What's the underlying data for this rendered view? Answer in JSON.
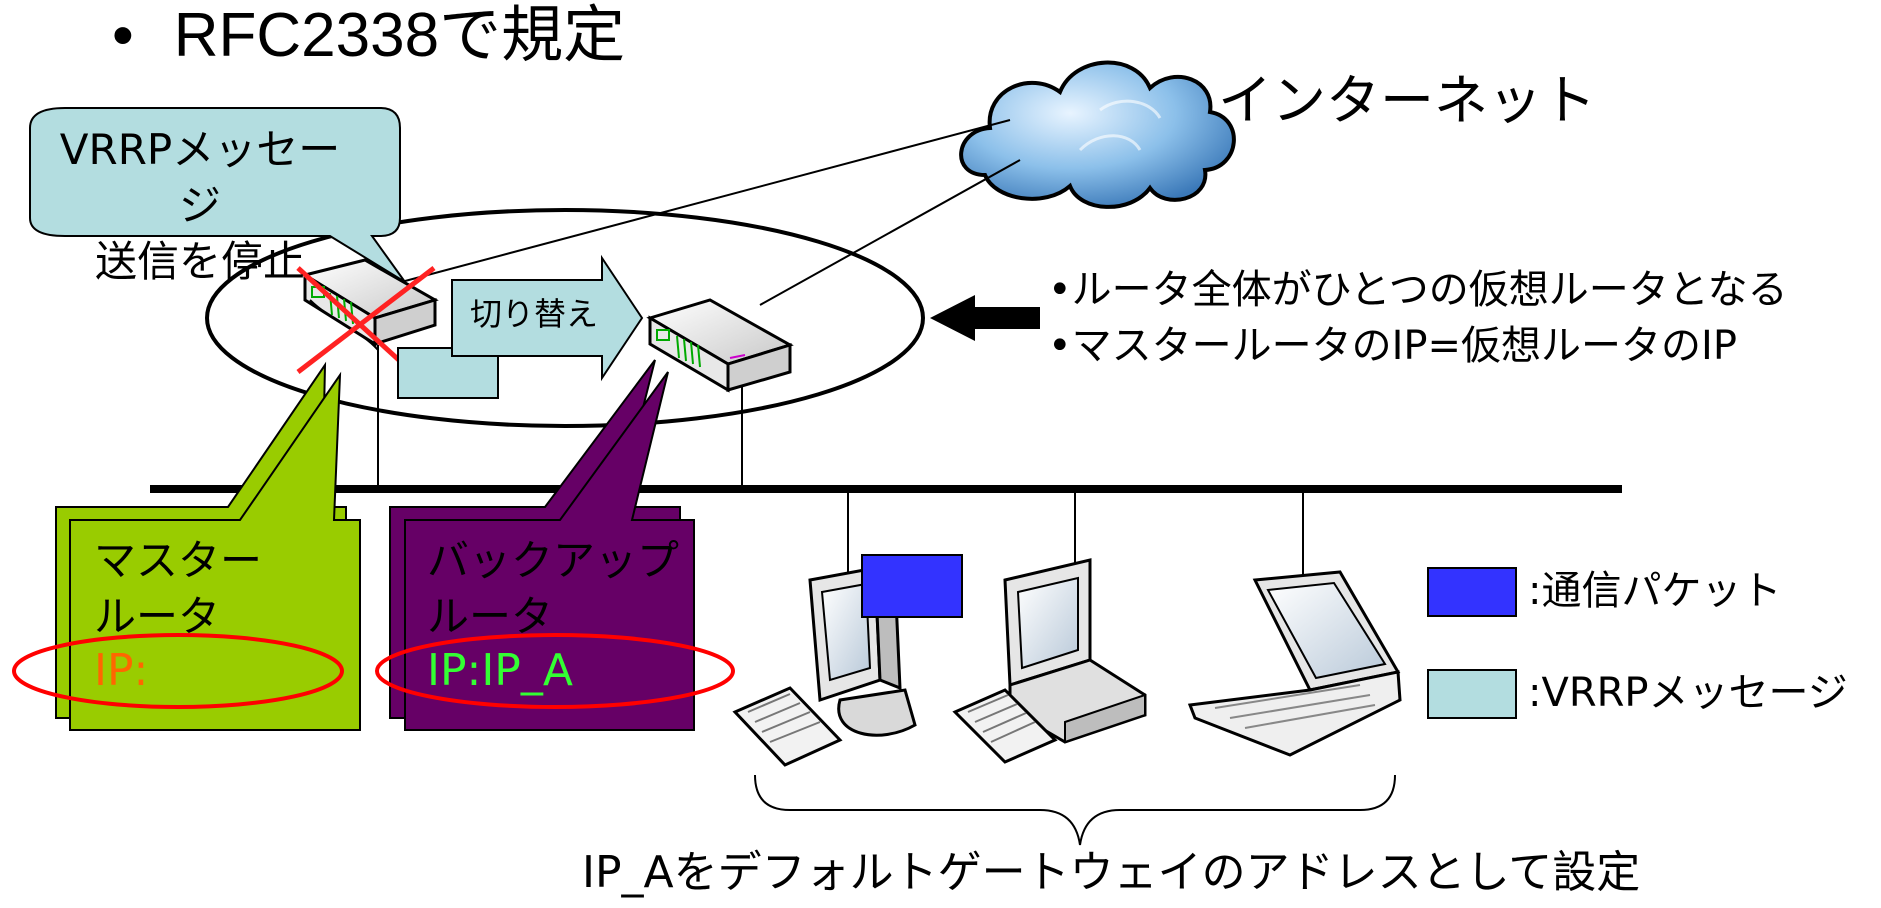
{
  "title": {
    "bullet": "•",
    "text": "RFC2338で規定"
  },
  "internet_label": "インターネット",
  "callout": {
    "line1": "VRRPメッセージ",
    "line2": "送信を停止"
  },
  "switch_label": "切り替え",
  "notes": [
    "•ルータ全体がひとつの仮想ルータとなる",
    "•マスタールータのIP=仮想ルータのIP"
  ],
  "master": {
    "line1": "マスター",
    "line2": "ルータ",
    "ip": "IP:"
  },
  "backup": {
    "line1": "バックアップ",
    "line2": "ルータ",
    "ip": "IP:IP_A"
  },
  "legend": {
    "packet": ":通信パケット",
    "vrrp": ":VRRPメッセージ"
  },
  "bottom_label": "IP_Aをデフォルトゲートウェイのアドレスとして設定",
  "colors": {
    "master_box": "#99cc00",
    "backup_box": "#660066",
    "packet": "#3333ff",
    "vrrp": "#b3dde0",
    "highlight": "#ff0000",
    "master_ip": "#ff6600",
    "backup_ip": "#33ff33"
  }
}
